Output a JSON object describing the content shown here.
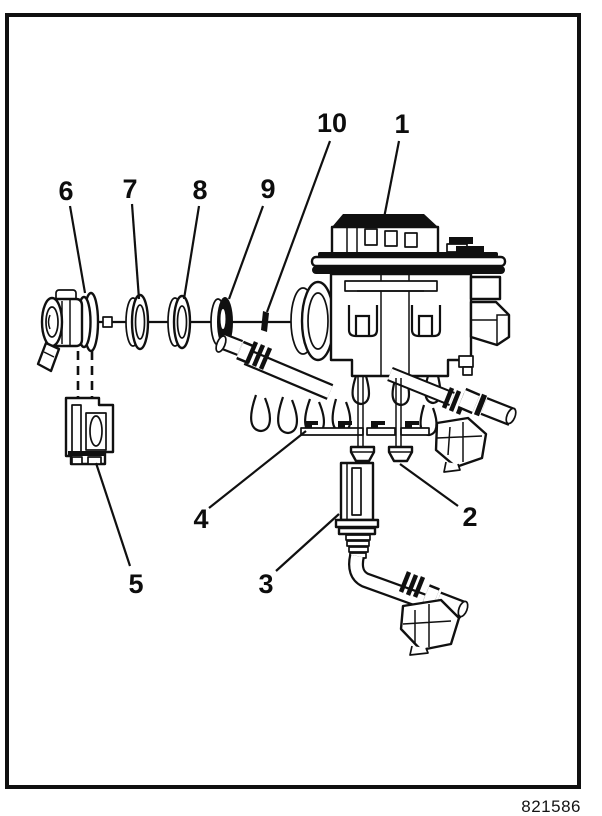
{
  "figure": {
    "number": "821586",
    "callouts": [
      {
        "label": "1"
      },
      {
        "label": "2"
      },
      {
        "label": "3"
      },
      {
        "label": "4"
      },
      {
        "label": "5"
      },
      {
        "label": "6"
      },
      {
        "label": "7"
      },
      {
        "label": "8"
      },
      {
        "label": "9"
      },
      {
        "label": "10"
      }
    ]
  }
}
